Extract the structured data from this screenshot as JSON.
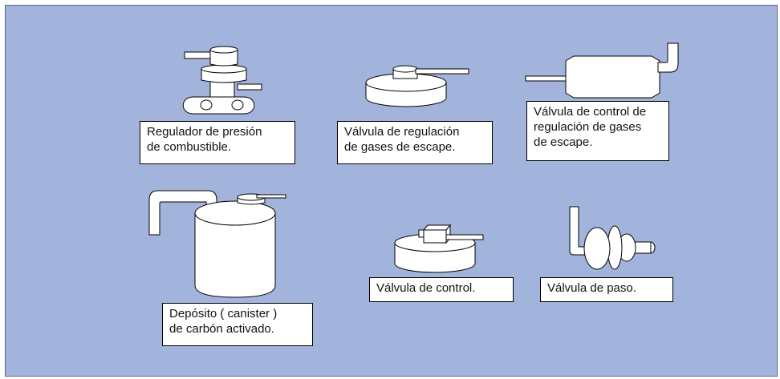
{
  "labels": {
    "fuel_regulator": [
      "Regulador de presión",
      "de combustible."
    ],
    "exhaust_valve": [
      "Válvula de regulación",
      "de gases de escape."
    ],
    "exhaust_control_valve": [
      "Válvula de control de",
      "regulación de gases",
      "de escape."
    ],
    "canister": [
      "Depósito ( canister )",
      "de carbón activado."
    ],
    "control_valve": [
      "Válvula de control."
    ],
    "pass_valve": [
      "Válvula de paso."
    ]
  },
  "colors": {
    "background": "#a3b4dc",
    "component_fill": "#ffffff",
    "outline": "#000000"
  }
}
